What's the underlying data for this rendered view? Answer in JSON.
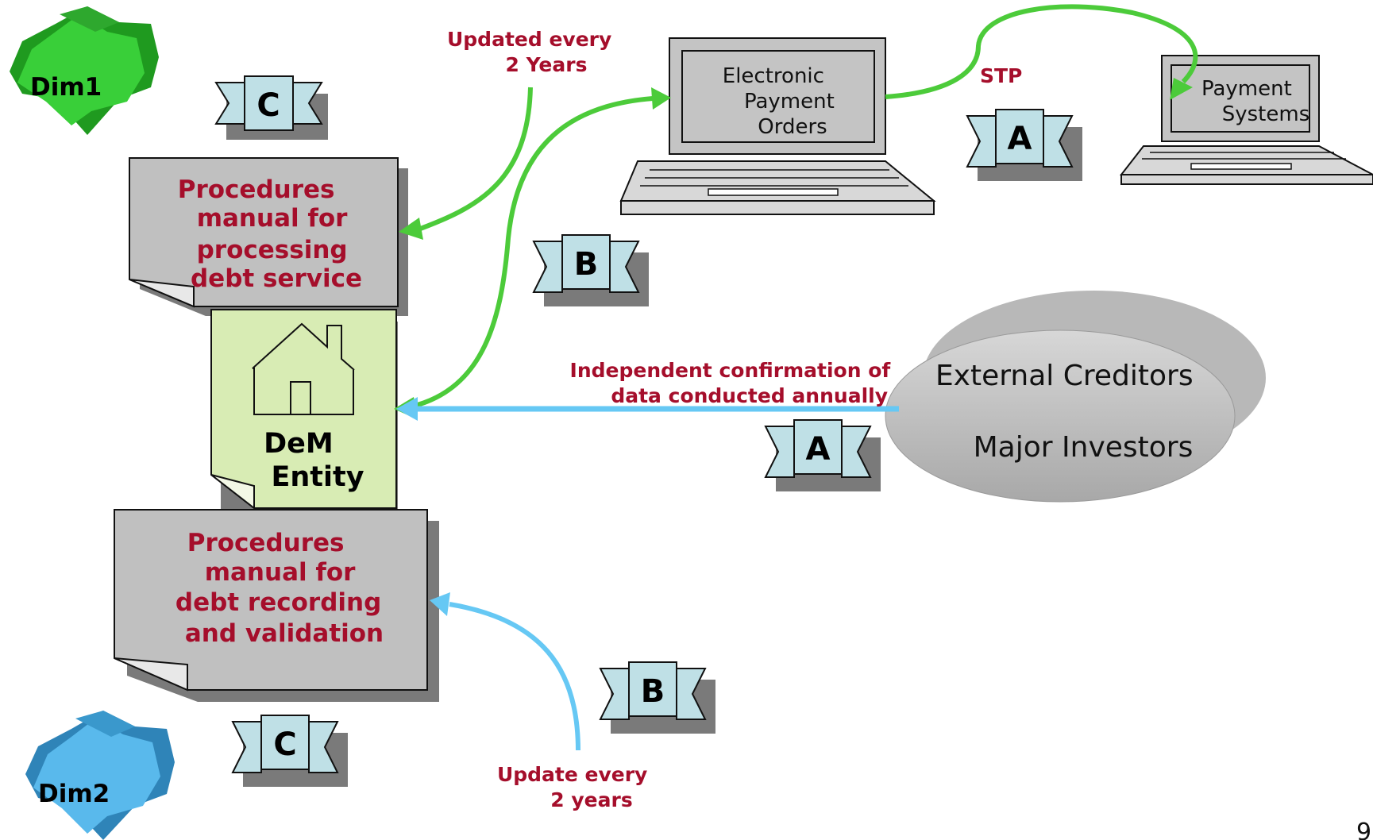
{
  "colors": {
    "label_red": "#a50e2b",
    "green_arrow": "#4ccb3a",
    "blue_arrow": "#66c8f4",
    "dim1_green": "#2fcb2f",
    "dim2_blue": "#4fb3e8",
    "document_gray": "#c0c0c0",
    "entity_green": "#d8ecb4",
    "ribbon_blue": "#bfe0e6"
  },
  "dims": {
    "dim1": "Dim1",
    "dim2": "Dim2"
  },
  "documents": {
    "top": [
      "Procedures",
      "manual for",
      "processing",
      "debt service"
    ],
    "bottom": [
      "Procedures",
      "manual for",
      "debt recording",
      "and validation"
    ]
  },
  "entity": {
    "icon": "house-icon",
    "line1": "DeM",
    "line2": "Entity"
  },
  "laptops": {
    "electronic": [
      "Electronic",
      "Payment",
      "Orders"
    ],
    "payment": [
      "Payment",
      "Systems"
    ]
  },
  "labels": {
    "updated_top": [
      "Updated every",
      "2 Years"
    ],
    "stp": "STP",
    "confirmation": [
      "Independent confirmation of",
      "data conducted annually"
    ],
    "update_bottom": [
      "Update every",
      "2 years"
    ]
  },
  "external": {
    "line1": "External Creditors",
    "line2": "Major Investors"
  },
  "ribbons": {
    "c_top": "C",
    "a_stp": "A",
    "b_mid": "B",
    "a_conf": "A",
    "b_bottom": "B",
    "c_bottom": "C"
  },
  "page_number": "9"
}
